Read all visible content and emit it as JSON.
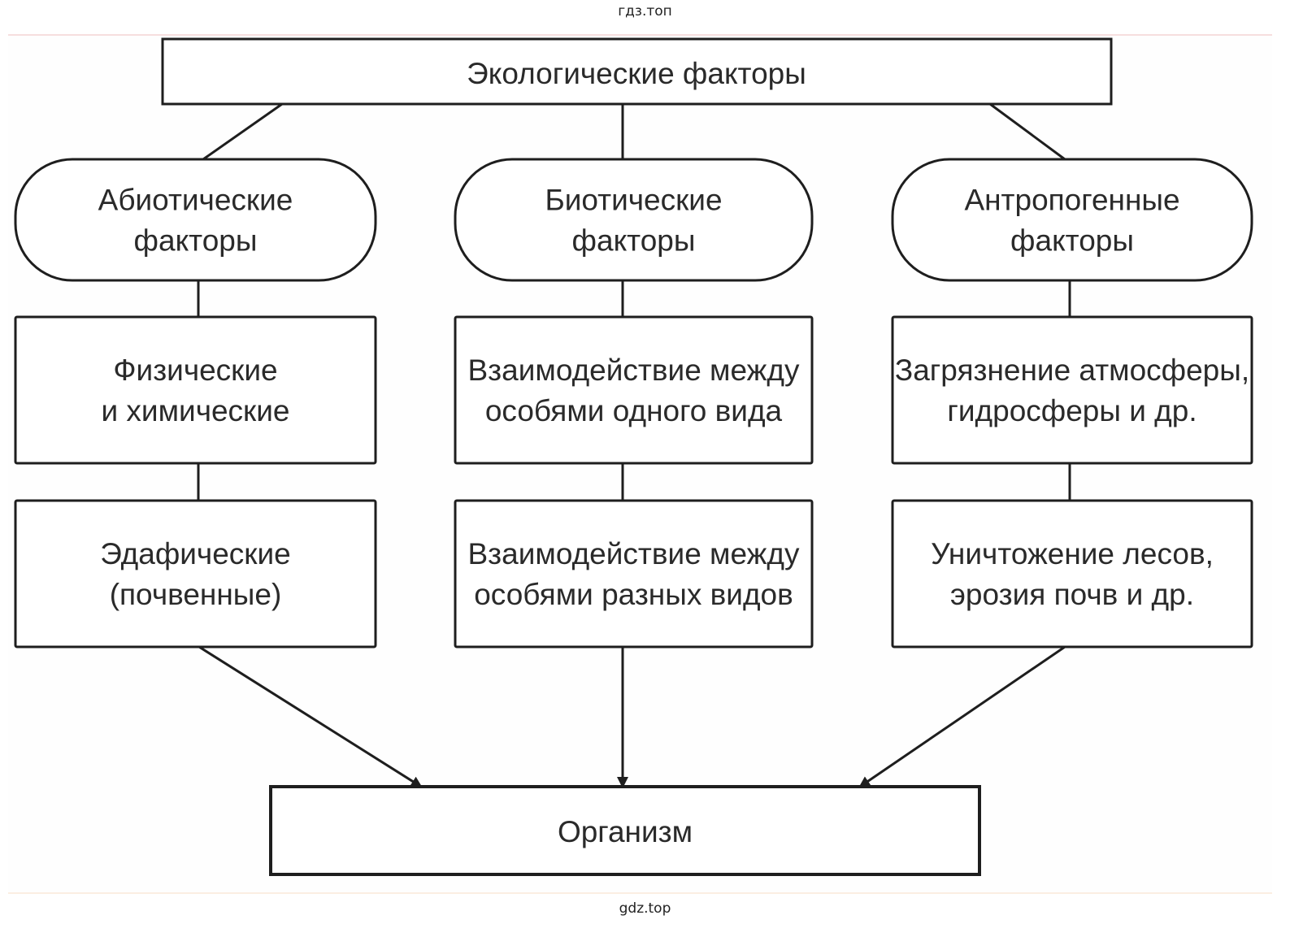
{
  "watermark": {
    "top": "гдз.топ",
    "bottom": "gdz.top"
  },
  "diagram": {
    "root": {
      "label": "Экологические факторы"
    },
    "categories": [
      {
        "id": "abiotic",
        "lines": [
          "Абиотические",
          "факторы"
        ],
        "items": [
          {
            "lines": [
              "Физические",
              "и химические"
            ]
          },
          {
            "lines": [
              "Эдафические",
              "(почвенные)"
            ]
          }
        ]
      },
      {
        "id": "biotic",
        "lines": [
          "Биотические",
          "факторы"
        ],
        "items": [
          {
            "lines": [
              "Взаимодействие между",
              "особями одного вида"
            ]
          },
          {
            "lines": [
              "Взаимодействие между",
              "особями разных видов"
            ]
          }
        ]
      },
      {
        "id": "anthropogenic",
        "lines": [
          "Антропогенные",
          "факторы"
        ],
        "items": [
          {
            "lines": [
              "Загрязнение атмосферы,",
              "гидросферы и др."
            ]
          },
          {
            "lines": [
              "Уничтожение лесов,",
              "эрозия почв и др."
            ]
          }
        ]
      }
    ],
    "target": {
      "label": "Организм"
    },
    "colors": {
      "stroke": "#1e1e1e",
      "text": "#2a2a2a",
      "background": "#ffffff"
    }
  }
}
